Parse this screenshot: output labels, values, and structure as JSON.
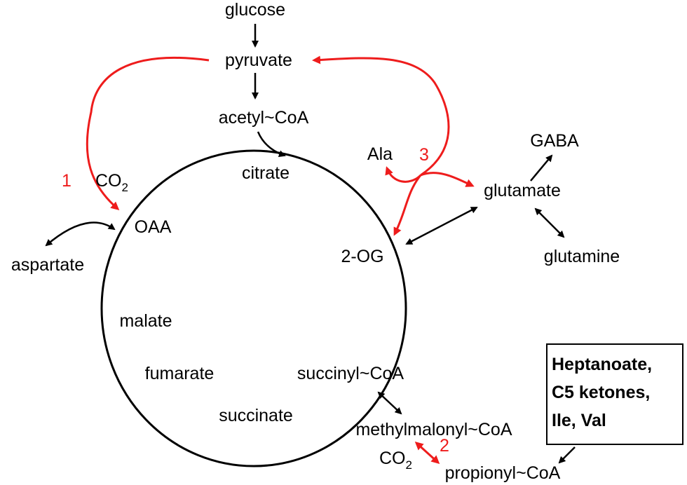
{
  "colors": {
    "black": "#000000",
    "red": "#ee1c1c"
  },
  "metabolites": {
    "glucose": "glucose",
    "pyruvate": "pyruvate",
    "acetyl_coa": "acetyl~CoA",
    "citrate": "citrate",
    "oaa": "OAA",
    "aspartate": "aspartate",
    "malate": "malate",
    "fumarate": "fumarate",
    "succinate": "succinate",
    "succinyl_coa": "succinyl~CoA",
    "two_og": "2-OG",
    "ala": "Ala",
    "glutamate": "glutamate",
    "gaba": "GABA",
    "glutamine": "glutamine",
    "methylmalonyl_coa": "methylmalonyl~CoA",
    "propionyl_coa": "propionyl~CoA"
  },
  "co2": {
    "base": "CO",
    "subscript": "2"
  },
  "reaction_numbers": {
    "r1": "1",
    "r2": "2",
    "r3": "3"
  },
  "box": {
    "line1": "Heptanoate,",
    "line2": "C5 ketones,",
    "line3": "Ile, Val"
  }
}
